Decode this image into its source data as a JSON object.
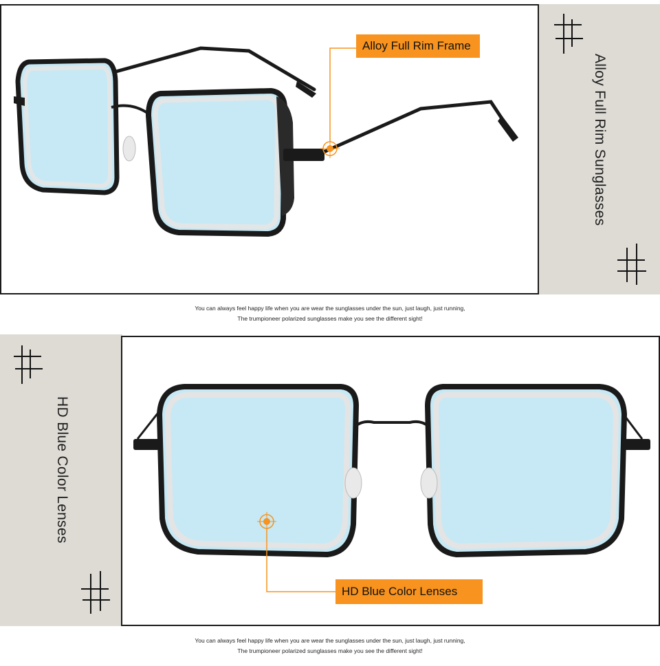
{
  "section1": {
    "callout_label": "Alloy Full Rim Frame",
    "side_title": "Alloy Full Rim Sunglasses",
    "caption_line1": "You can always feel happy life when you are wear the sunglasses under the sun, just laugh, just running,",
    "caption_line2": "The trumpioneer polarized sunglasses make you see the different sight!"
  },
  "section2": {
    "callout_label": "HD Blue Color Lenses",
    "side_title": "HD Blue Color Lenses",
    "caption_line1": "You can always feel happy life when you are wear the sunglasses under the sun, just laugh, just running,",
    "caption_line2": "The trumpioneer polarized sunglasses make you see the different sight!"
  },
  "colors": {
    "accent": "#f7931e",
    "side_panel": "#dedbd5",
    "lens_tint": "#c6e9f5",
    "frame": "#1a1a1a"
  },
  "icons": [
    "hash-mark-icon",
    "target-marker-icon"
  ]
}
